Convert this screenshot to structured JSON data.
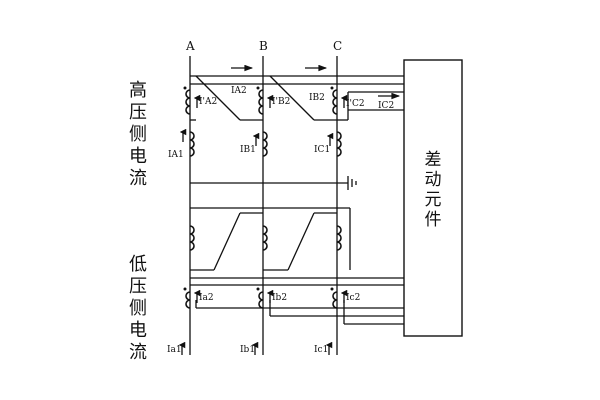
{
  "phases": [
    "A",
    "B",
    "C"
  ],
  "side_labels": {
    "high": "高压侧电流",
    "low": "低压侧电流"
  },
  "relay_label": "差动元件",
  "current_labels": {
    "IA2p": "I'A2",
    "IB2p": "I'B2",
    "IC2p": "I'C2",
    "IA2": "IA2",
    "IB2": "IB2",
    "IC2": "IC2",
    "IA1": "IA1",
    "IB1": "IB1",
    "IC1": "IC1",
    "Ia2": "Ia2",
    "Ib2": "Ib2",
    "Ic2": "Ic2",
    "Ia1": "Ia1",
    "Ib1": "Ib1",
    "Ic1": "Ic1"
  }
}
